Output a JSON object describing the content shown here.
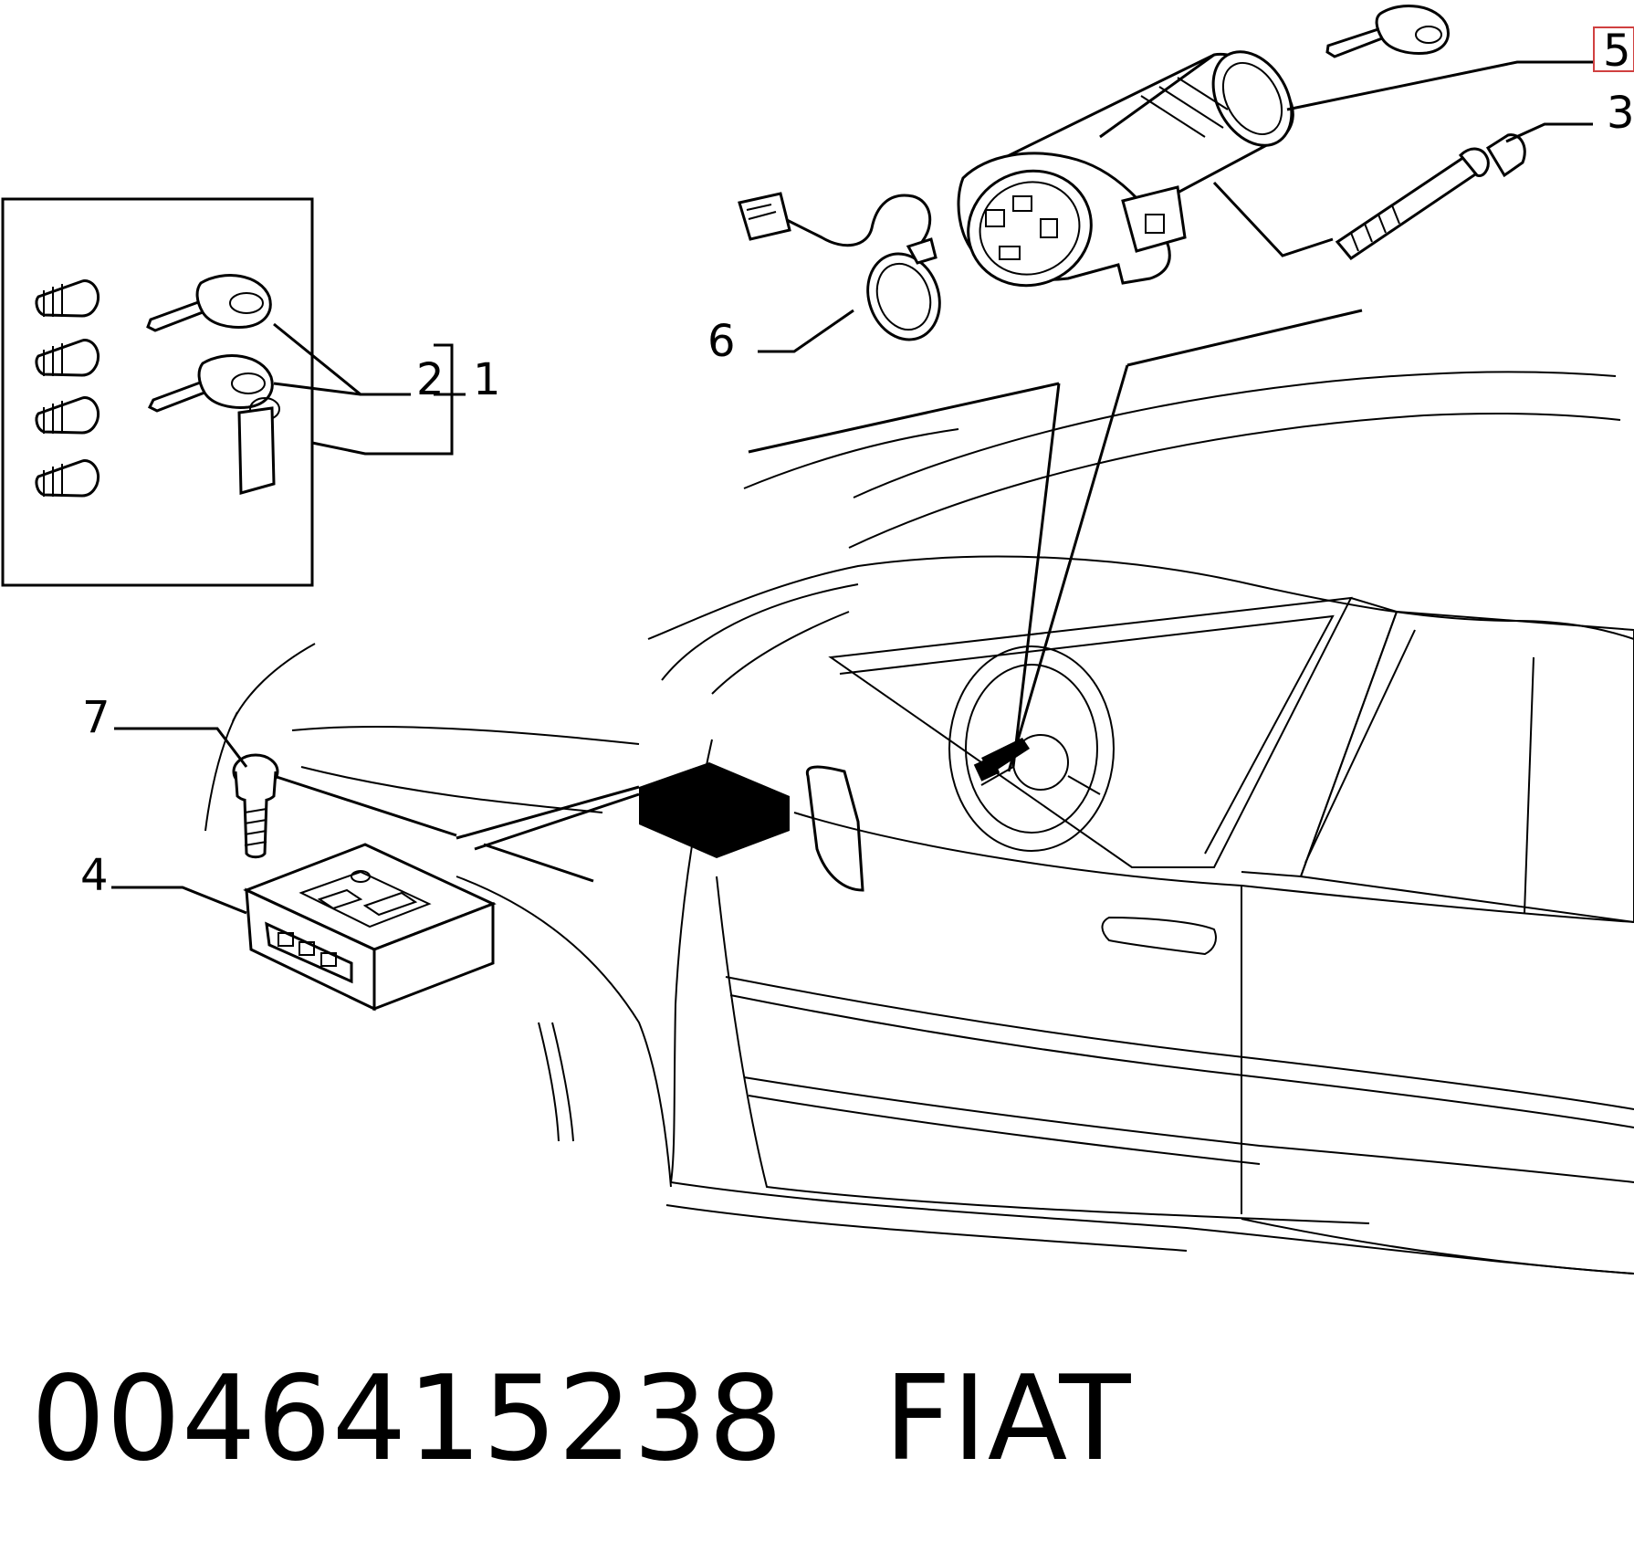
{
  "callouts": {
    "c1": "1",
    "c2": "2",
    "c3": "3",
    "c4": "4",
    "c5": "5",
    "c6": "6",
    "c7": "7"
  },
  "caption": {
    "part_number": "0046415238",
    "brand": "FIAT"
  },
  "colors": {
    "line": "#000000",
    "background": "#ffffff",
    "highlight_box": "#d04040"
  }
}
